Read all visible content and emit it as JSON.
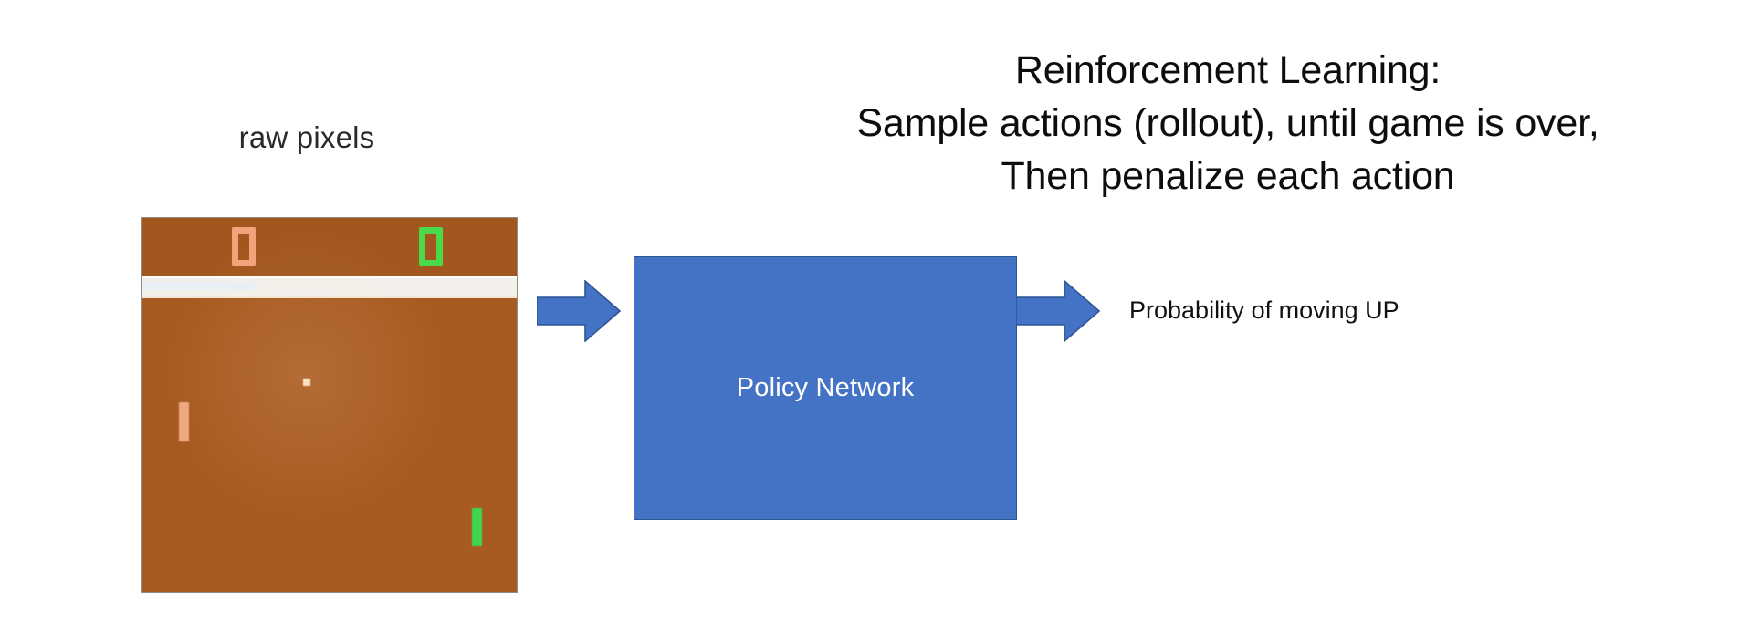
{
  "slide": {
    "title_lines": [
      "Reinforcement Learning:",
      "Sample actions (rollout), until game is over,",
      "Then penalize each action"
    ]
  },
  "diagram": {
    "input_label": "raw pixels",
    "node_label": "Policy Network",
    "output_label": "Probability of moving UP",
    "arrow_in_name": "right-arrow-icon",
    "arrow_out_name": "right-arrow-icon"
  },
  "game_screen": {
    "name": "pong-frame",
    "score_left": "0",
    "score_right": "0",
    "elements": [
      "left-paddle",
      "right-paddle",
      "ball",
      "divider-bar"
    ]
  },
  "colors": {
    "node_fill": "#4472C4",
    "node_border": "#2F5597",
    "arrow_fill": "#4472C4",
    "arrow_border": "#2F5597",
    "board_background": "#A85B20",
    "score_left": "#F2A37C",
    "score_right": "#4AD94A",
    "paddle_left": "#F0A882",
    "paddle_right": "#3FD652",
    "ball": "#FFE2C6",
    "divider": "#F3F0EC",
    "text": "#0D0D0D",
    "node_text": "#FFFFFF",
    "page_background": "#FFFFFF"
  }
}
